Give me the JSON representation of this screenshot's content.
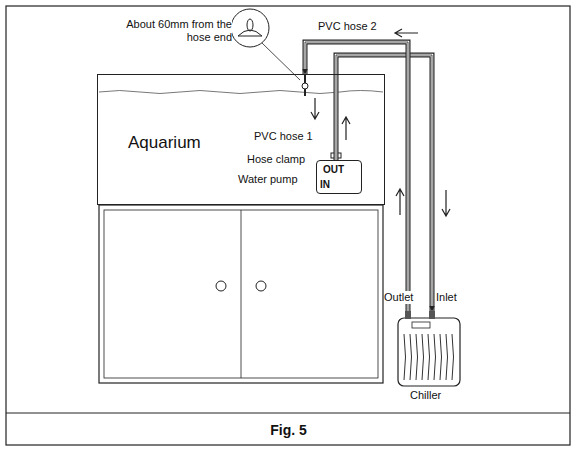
{
  "diagram": {
    "caption": "Fig. 5",
    "nodes": [
      {
        "text": [
          "Aquarium"
        ]
      },
      {
        "text": [
          "OUT",
          "IN"
        ],
        "in": 0
      },
      {
        "text": [
          "Chiller"
        ]
      }
    ],
    "edges": [
      {
        "from": 1,
        "to": 2,
        "arrow": "to"
      },
      {
        "from": 2,
        "to": 0,
        "arrow": "to"
      }
    ],
    "labels": [
      "About 60mm from the hose end",
      "PVC hose 2",
      "PVC hose 1",
      "Hose clamp",
      "Water pump",
      "Outlet",
      "Inlet"
    ]
  }
}
